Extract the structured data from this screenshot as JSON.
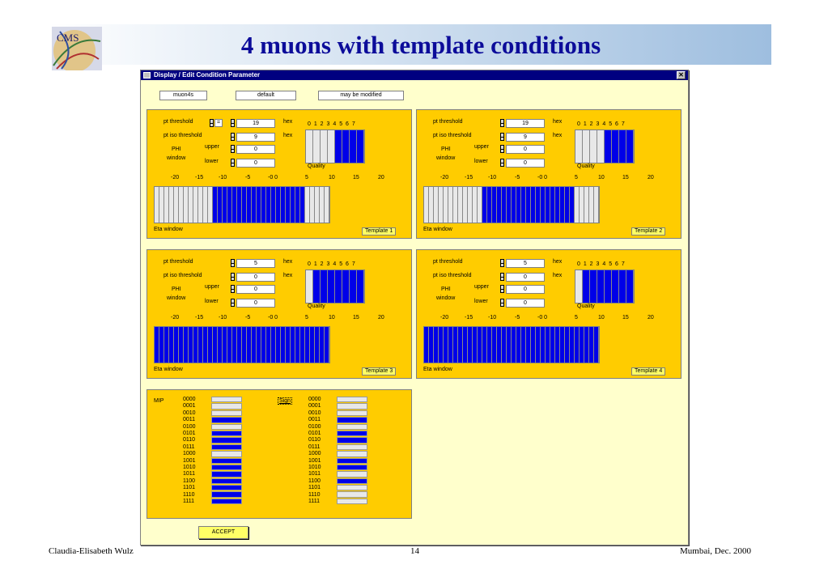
{
  "slide": {
    "title": "4 muons with template conditions",
    "logo_text": "CMS",
    "footer_left": "Claudia-Elisabeth Wulz",
    "page_number": "14",
    "footer_right": "Mumbai, Dec. 2000"
  },
  "window": {
    "title": "Display / Edit Condition Parameter",
    "close_label": "✕",
    "fields": [
      "muon4s",
      "default",
      "may be modified"
    ],
    "accept_label": "ACCEPT"
  },
  "labels": {
    "pt_threshold": "pt threshold",
    "pt_iso_threshold": "pt iso threshold",
    "phi": "PHI",
    "window": "window",
    "upper": "upper",
    "lower": "lower",
    "hex": "hex",
    "quality": "Quality",
    "quality_digits": "0 1 2 3 4 5 6 7",
    "eta_window": "Eta window",
    "eta_ticks": [
      "-20",
      "-15",
      "-10",
      "-5",
      "-0 0",
      "5",
      "10",
      "15",
      "20"
    ],
    "eq_sign": "="
  },
  "templates": [
    {
      "name": "Template 1",
      "pt_threshold": "19",
      "pt_iso_threshold": "9",
      "phi_upper": "0",
      "phi_lower": "0",
      "quality_enabled": [
        4,
        5,
        6,
        7
      ],
      "eta_bins_total": 36,
      "eta_bins_enabled": [
        12,
        30
      ]
    },
    {
      "name": "Template 2",
      "pt_threshold": "19",
      "pt_iso_threshold": "9",
      "phi_upper": "0",
      "phi_lower": "0",
      "quality_enabled": [
        4,
        5,
        6,
        7
      ],
      "eta_bins_total": 36,
      "eta_bins_enabled": [
        12,
        30
      ]
    },
    {
      "name": "Template 3",
      "pt_threshold": "5",
      "pt_iso_threshold": "0",
      "phi_upper": "0",
      "phi_lower": "0",
      "quality_enabled": [
        1,
        2,
        3,
        4,
        5,
        6,
        7
      ],
      "eta_bins_total": 36,
      "eta_bins_enabled": [
        0,
        35
      ]
    },
    {
      "name": "Template 4",
      "pt_threshold": "5",
      "pt_iso_threshold": "0",
      "phi_upper": "0",
      "phi_lower": "0",
      "quality_enabled": [
        1,
        2,
        3,
        4,
        5,
        6,
        7
      ],
      "eta_bins_total": 36,
      "eta_bins_enabled": [
        0,
        35
      ]
    }
  ],
  "bit_table": {
    "mip_label": "MIP",
    "sign_label": "Sign",
    "codes": [
      "0000",
      "0001",
      "0010",
      "0011",
      "0100",
      "0101",
      "0110",
      "0111",
      "1000",
      "1001",
      "1010",
      "1011",
      "1100",
      "1101",
      "1110",
      "1111"
    ],
    "mip_enabled": [
      3,
      5,
      6,
      7,
      9,
      10,
      11,
      12,
      13,
      14,
      15
    ],
    "sign_enabled": [
      3,
      5,
      6,
      9,
      10,
      12
    ]
  },
  "colors": {
    "enabled": "#0000e8",
    "disabled": "#e8e8e8",
    "panel": "#ffcc00",
    "window": "#ffffcc",
    "title": "#0c0c9a"
  }
}
